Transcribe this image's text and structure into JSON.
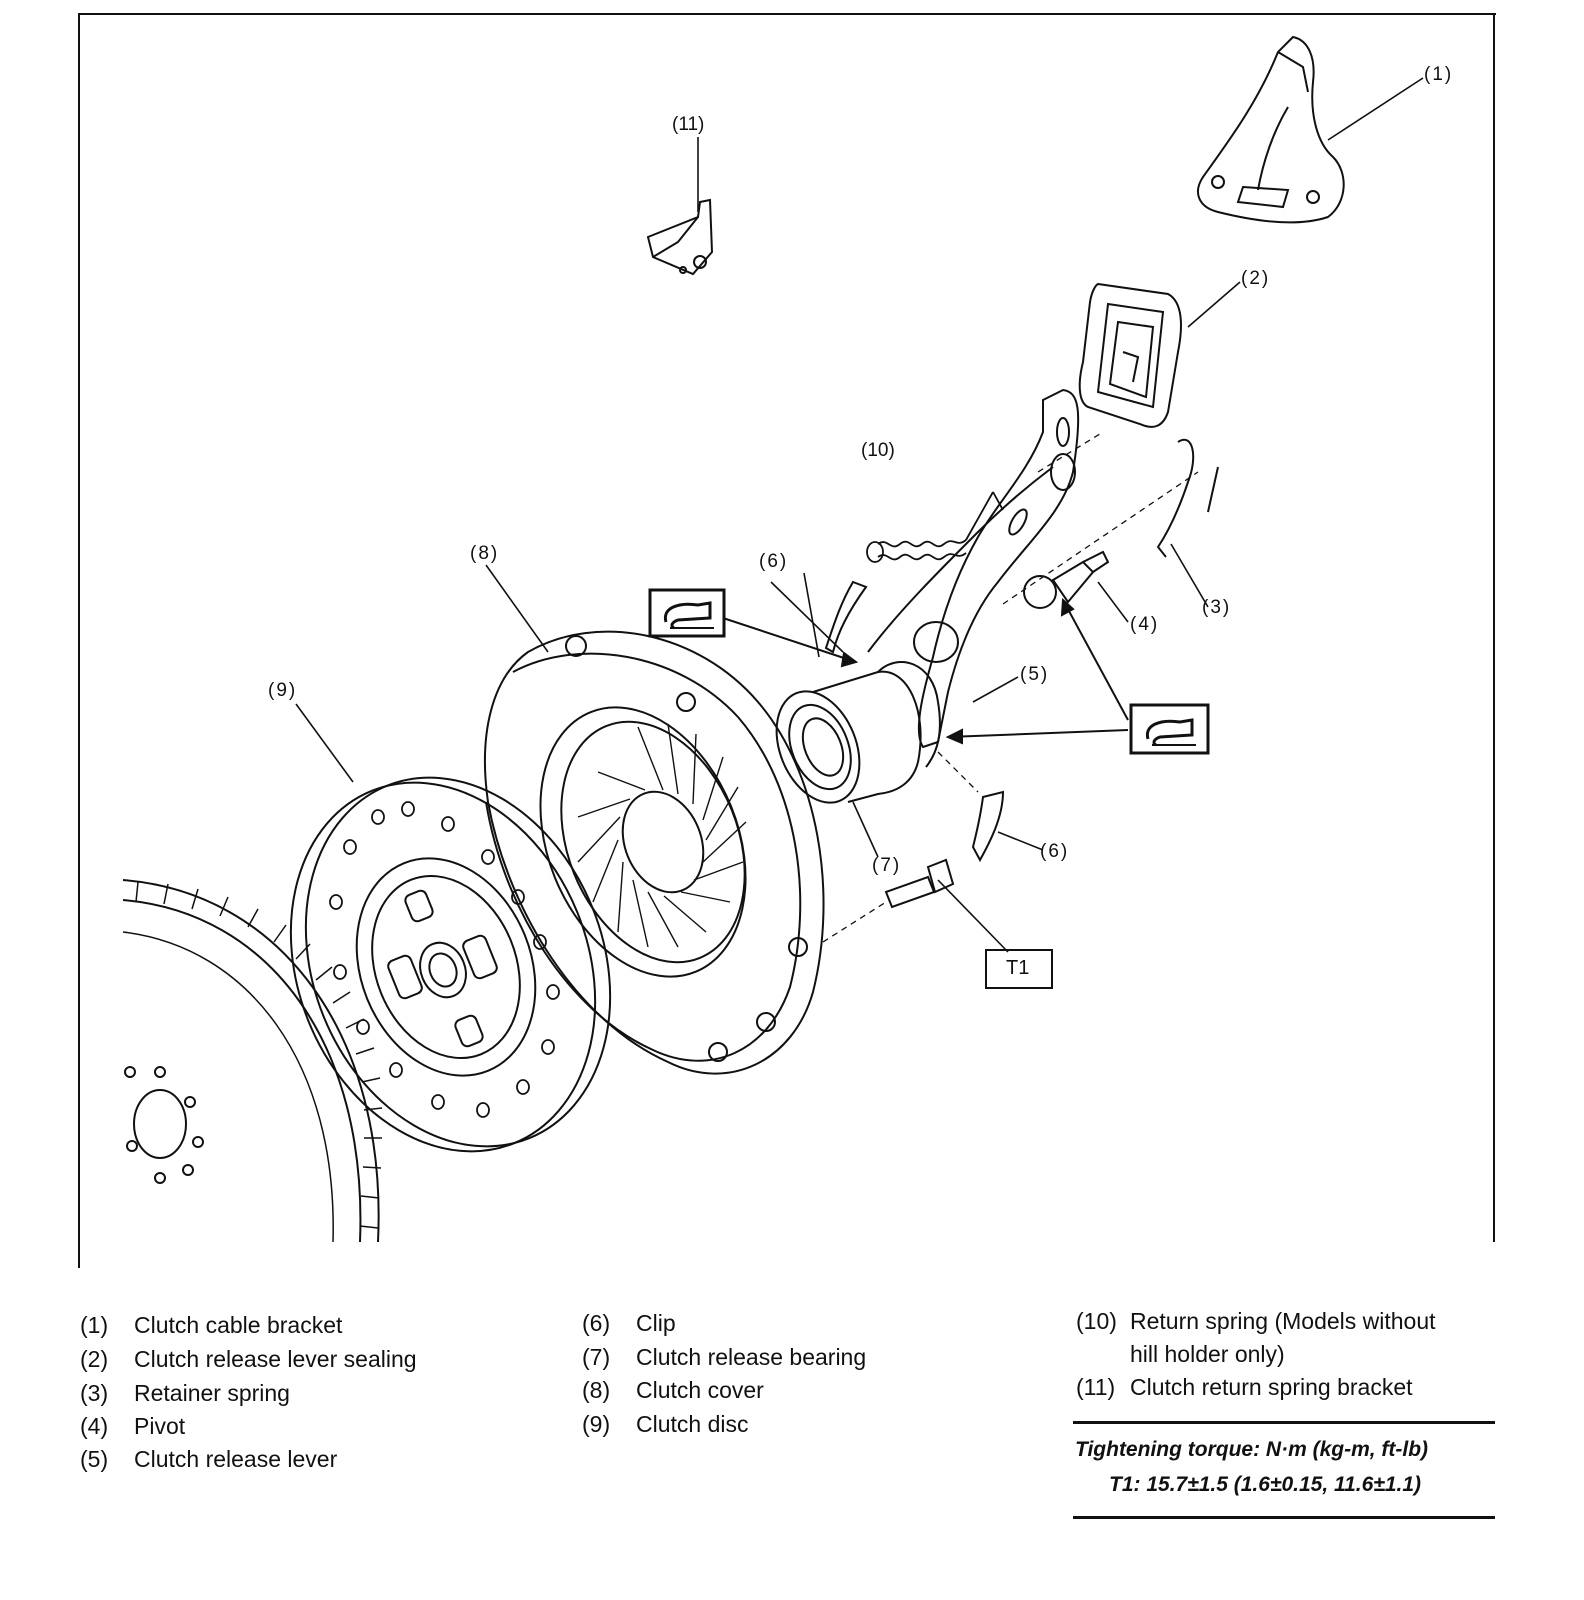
{
  "callouts": {
    "c1": "(1)",
    "c2": "(2)",
    "c3": "(3)",
    "c4": "(4)",
    "c5": "(5)",
    "c6a": "(6)",
    "c6b": "(6)",
    "c7": "(7)",
    "c8": "(8)",
    "c9": "(9)",
    "c10": "(10)",
    "c11": "(11)"
  },
  "torque_tag": "T1",
  "grease_symbol": "grease-application-icon",
  "legend": {
    "col1": [
      {
        "num": "(1)",
        "label": "Clutch cable bracket"
      },
      {
        "num": "(2)",
        "label": "Clutch release lever sealing"
      },
      {
        "num": "(3)",
        "label": "Retainer spring"
      },
      {
        "num": "(4)",
        "label": "Pivot"
      },
      {
        "num": "(5)",
        "label": "Clutch release lever"
      }
    ],
    "col2": [
      {
        "num": "(6)",
        "label": "Clip"
      },
      {
        "num": "(7)",
        "label": "Clutch release bearing"
      },
      {
        "num": "(8)",
        "label": "Clutch cover"
      },
      {
        "num": "(9)",
        "label": "Clutch disc"
      }
    ],
    "col3": [
      {
        "num": "(10)",
        "label": "Return spring (Models without",
        "cont": "hill holder only)"
      },
      {
        "num": "(11)",
        "label": "Clutch return spring bracket"
      }
    ]
  },
  "torque": {
    "heading": "Tightening torque: N·m (kg-m, ft-lb)",
    "value": "T1: 15.7±1.5 (1.6±0.15, 11.6±1.1)"
  }
}
